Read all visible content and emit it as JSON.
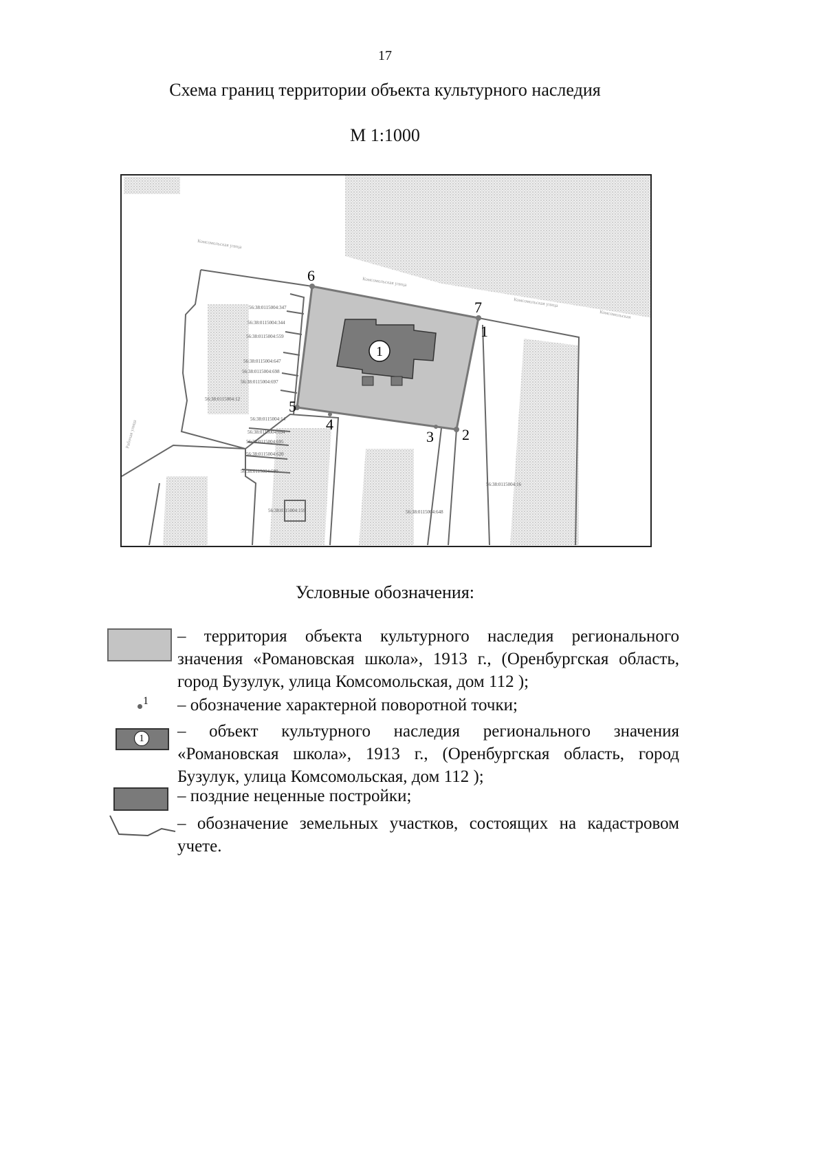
{
  "page_number": "17",
  "title": "Схема границ территории объекта культурного наследия",
  "scale": "М 1:1000",
  "map": {
    "streets": [
      "Комсомольская улица",
      "Комсомольская улица",
      "Комсомольская улица",
      "Комсомольская",
      "Рабочая улица"
    ],
    "points": [
      "1",
      "2",
      "3",
      "4",
      "5",
      "6",
      "7"
    ],
    "object_marker": "1",
    "parcels": [
      "56:38:0115004:347",
      "56:38:0115004:344",
      "56:38:0115004:559",
      "56:38:0115004:647",
      "56:38:0115004:698",
      "56:38:0115004:697",
      "56:38:0115004:12",
      "56:38:0115004:14",
      "56:38:0115004:694",
      "56:38:0115004:695",
      "56:38:0115004:620",
      "56:38:0115004:580",
      "56:38:0115004:159",
      "56:38:0115004:648",
      "56:38:0115004:16"
    ],
    "colors": {
      "territory": "#c4c4c4",
      "object": "#7a7a7a",
      "boundary": "#777777"
    }
  },
  "legend": {
    "title": "Условные обозначения:",
    "marker_point": "1",
    "marker_object": "1",
    "items": [
      "– территория объекта культурного наследия регионального значения «Романовская школа», 1913 г., (Оренбургская область, город Бузулук, улица Комсомольская, дом 112 );",
      "– обозначение характерной поворотной точки;",
      "– объект культурного наследия регионального значения «Романовская школа», 1913 г., (Оренбургская область, город Бузулук, улица Комсомольская, дом 112 );",
      "– поздние неценные постройки;",
      "– обозначение земельных участков, состоящих на кадастровом учете."
    ]
  }
}
